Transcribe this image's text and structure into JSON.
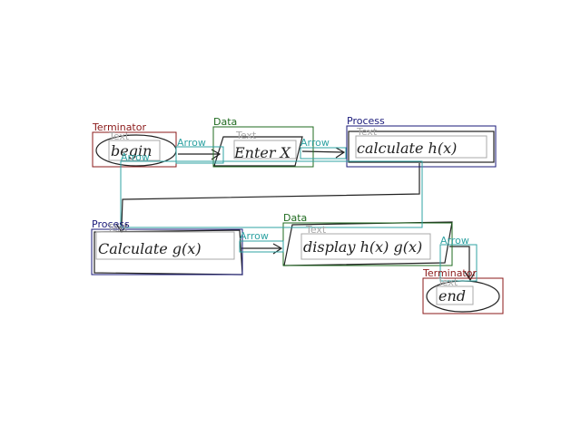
{
  "colors": {
    "terminator": "#8b1a1a",
    "data": "#1f6b1f",
    "process": "#1a1a7a",
    "arrow": "#2fa3a3",
    "text_box": "#a9a9a9",
    "ink": "#222222"
  },
  "categories": {
    "terminator": "Terminator",
    "data": "Data",
    "process": "Process",
    "arrow": "Arrow",
    "text": "Text"
  },
  "nodes": {
    "begin": {
      "type": "terminator",
      "handwritten": "begin"
    },
    "enter_x": {
      "type": "data",
      "handwritten": "Enter X"
    },
    "calc_h": {
      "type": "process",
      "handwritten": "calculate h(x)"
    },
    "calc_g": {
      "type": "process",
      "handwritten": "Calculate g(x)"
    },
    "display": {
      "type": "data",
      "handwritten": "display h(x) g(x)"
    },
    "end": {
      "type": "terminator",
      "handwritten": "end"
    }
  }
}
